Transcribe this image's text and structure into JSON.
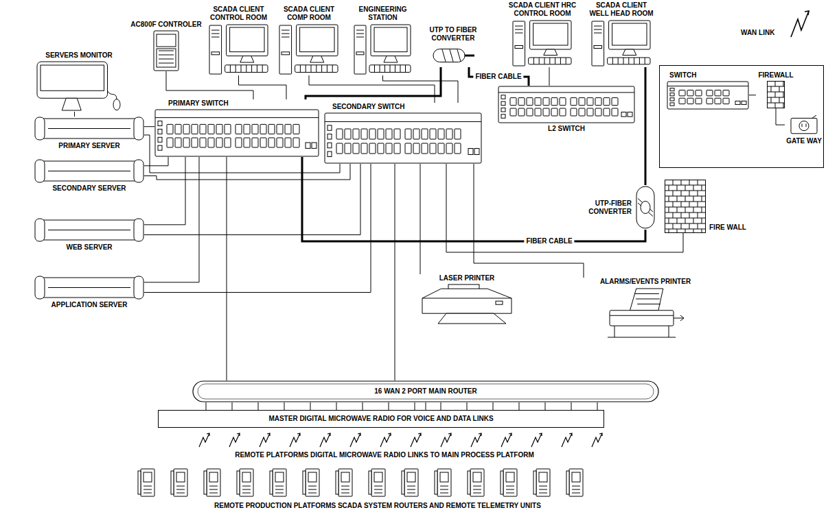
{
  "diagram": {
    "nodes": [
      {
        "text": [
          "AC800F CONTROLER"
        ]
      },
      {
        "text": [
          "SCADA CLIENT CONTROL ROOM"
        ]
      },
      {
        "text": [
          "SCADA CLIENT COMP ROOM"
        ]
      },
      {
        "text": [
          "ENGINEERING STATION"
        ]
      },
      {
        "text": [
          "SCADA CLIENT HRC CONTROL ROOM"
        ]
      },
      {
        "text": [
          "SCADA CLIENT WELL HEAD ROOM"
        ]
      },
      {
        "text": [
          "SERVERS MONITOR"
        ]
      },
      {
        "text": [
          "UTP TO FIBER CONVERTER"
        ]
      },
      {
        "text": [
          "PRIMARY SWITCH"
        ]
      },
      {
        "text": [
          "SECONDARY SWITCH"
        ]
      },
      {
        "text": [
          "L2 SWITCH"
        ]
      },
      {
        "text": [
          "WAN LINK"
        ]
      },
      {
        "text": [
          "SWITCH"
        ],
        "in": 11
      },
      {
        "text": [
          "FIREWALL"
        ],
        "in": 11
      },
      {
        "text": [
          "GATE WAY"
        ],
        "in": 11
      },
      {
        "text": [
          "PRIMARY SERVER"
        ]
      },
      {
        "text": [
          "SECONDARY SERVER"
        ]
      },
      {
        "text": [
          "UTP-FIBER CONVERTER"
        ]
      },
      {
        "text": [
          "FIRE WALL"
        ]
      },
      {
        "text": [
          "WEB SERVER"
        ]
      },
      {
        "text": [
          "APPLICATION SERVER"
        ]
      },
      {
        "text": [
          "LASER PRINTER"
        ]
      },
      {
        "text": [
          "ALARMS/EVENTS PRINTER"
        ]
      },
      {
        "text": [
          "16 WAN 2 PORT MAIN ROUTER"
        ]
      },
      {
        "text": [
          "MASTER DIGITAL MICROWAVE RADIO FOR VOICE AND DATA LINKS"
        ]
      }
    ],
    "edges": [
      {
        "from": 0,
        "to": 8,
        "arrow": "none"
      },
      {
        "from": 1,
        "to": 8,
        "arrow": "none"
      },
      {
        "from": 2,
        "to": 9,
        "arrow": "none"
      },
      {
        "from": 3,
        "to": 9,
        "arrow": "none"
      },
      {
        "from": 6,
        "to": 15,
        "arrow": "none"
      },
      {
        "from": 15,
        "to": 8,
        "arrow": "none"
      },
      {
        "from": 15,
        "to": 9,
        "arrow": "none"
      },
      {
        "from": 16,
        "to": 8,
        "arrow": "none"
      },
      {
        "from": 16,
        "to": 9,
        "arrow": "none"
      },
      {
        "from": 19,
        "to": 8,
        "arrow": "none"
      },
      {
        "from": 19,
        "to": 9,
        "arrow": "none"
      },
      {
        "from": 20,
        "to": 8,
        "arrow": "none"
      },
      {
        "from": 20,
        "to": 9,
        "arrow": "none"
      },
      {
        "from": 8,
        "to": 7,
        "arrow": "none"
      },
      {
        "from": 7,
        "to": 10,
        "label": "FIBER CABLE",
        "arrow": "none"
      },
      {
        "from": 4,
        "to": 10,
        "arrow": "none"
      },
      {
        "from": 8,
        "to": 17,
        "label": "FIBER CABLE",
        "arrow": "none"
      },
      {
        "from": 17,
        "to": 5,
        "arrow": "none"
      },
      {
        "from": 12,
        "to": 13,
        "arrow": "none"
      },
      {
        "from": 13,
        "to": 14,
        "arrow": "none"
      },
      {
        "from": 9,
        "to": 18,
        "arrow": "none"
      },
      {
        "from": 9,
        "to": 21,
        "arrow": "none"
      },
      {
        "from": 9,
        "to": 22,
        "arrow": "none"
      },
      {
        "from": 8,
        "to": 23,
        "arrow": "none"
      },
      {
        "from": 9,
        "to": 23,
        "arrow": "none"
      },
      {
        "from": 23,
        "to": 24,
        "arrow": "none"
      }
    ],
    "labels": [
      "REMOTE PLATFORMS DIGITAL MICROWAVE RADIO LINKS TO MAIN PROCESS PLATFORM",
      "REMOTE PRODUCTION PLATFORMS SCADA SYSTEM ROUTERS AND REMOTE TELEMETRY UNITS"
    ]
  }
}
